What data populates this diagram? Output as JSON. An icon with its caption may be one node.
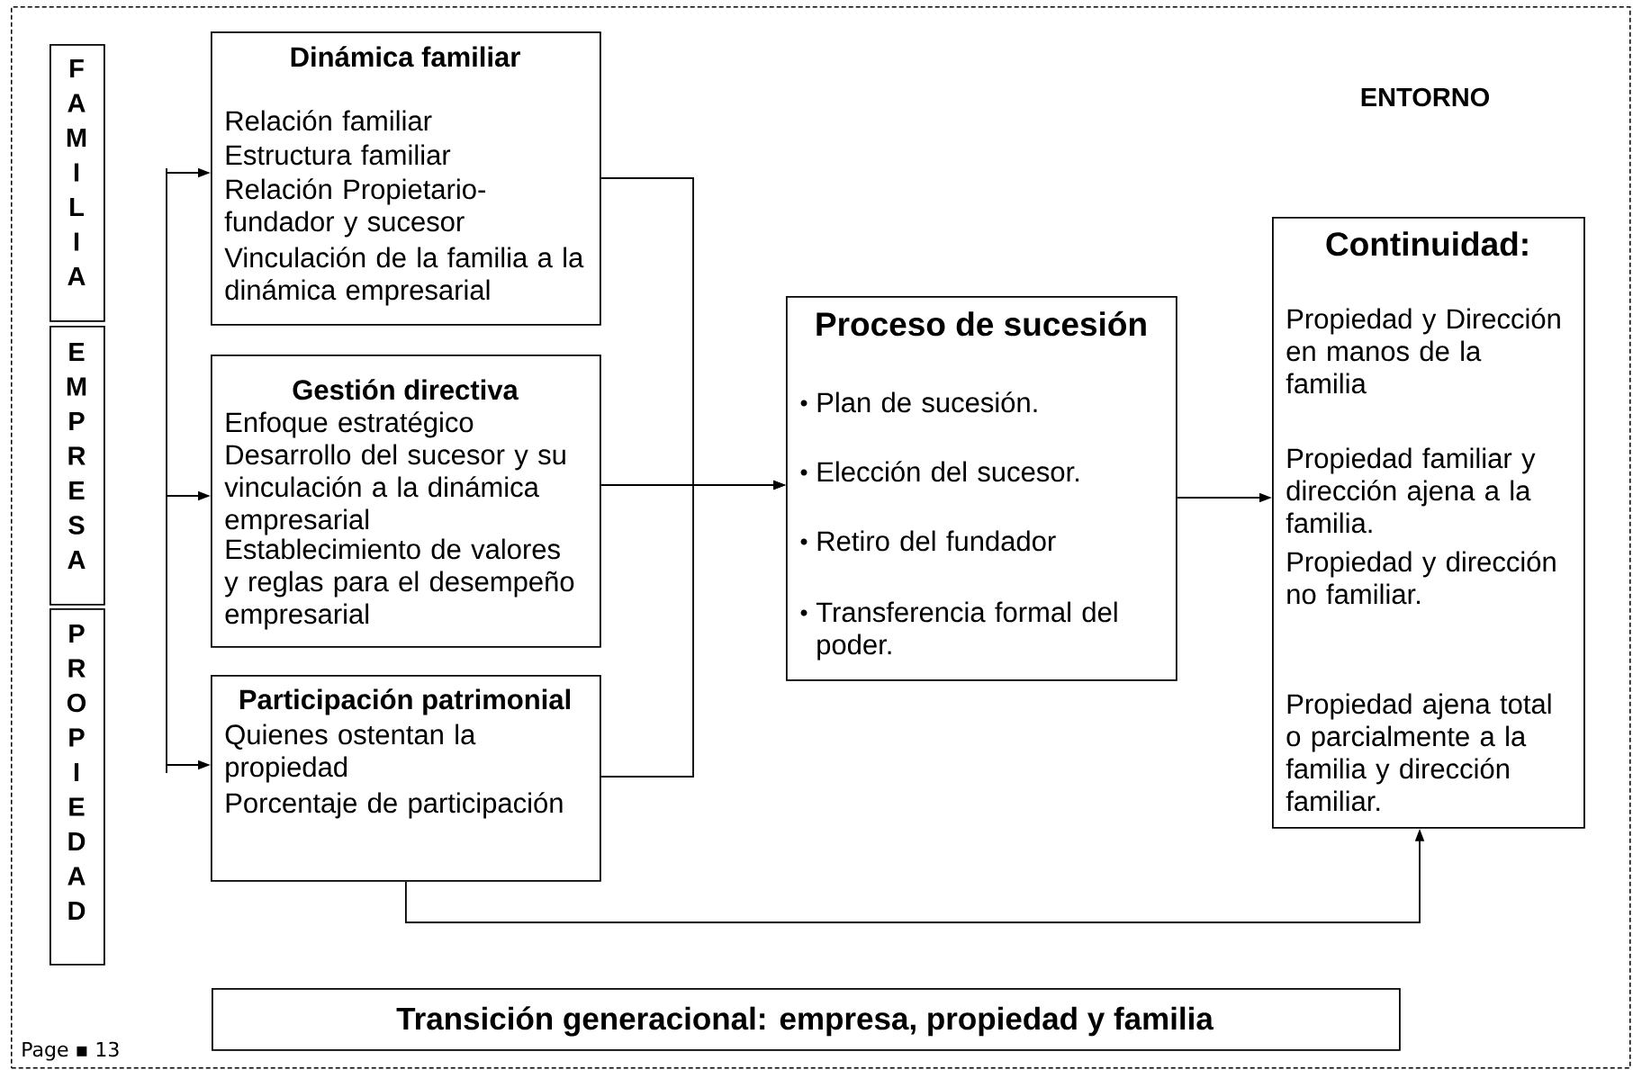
{
  "diagram": {
    "nodes": [
      {
        "text": [
          "ENTORNO"
        ]
      },
      {
        "text": [
          "FAMILIA"
        ],
        "in": 0
      },
      {
        "text": [
          "EMPRESA"
        ],
        "in": 0
      },
      {
        "text": [
          "PROPIEDAD"
        ],
        "in": 0
      },
      {
        "text": [
          "Dinámica familiar",
          "Relación familiar",
          "Estructura familiar",
          "Relación Propietario-fundador y sucesor",
          "Vinculación de la familia a la dinámica empresarial"
        ],
        "in": 0
      },
      {
        "text": [
          "Gestión directiva",
          "Enfoque estratégico",
          "Desarrollo del sucesor y su vinculación a la dinámica empresarial",
          "Establecimiento de valores y reglas para el desempeño empresarial"
        ],
        "in": 0
      },
      {
        "text": [
          "Participación patrimonial",
          "Quienes ostentan la propiedad",
          "Porcentaje de participación"
        ],
        "in": 0
      },
      {
        "text": [
          "Proceso de sucesión",
          "Plan de sucesión.",
          "Elección del sucesor.",
          "Retiro del fundador",
          "Transferencia formal del poder."
        ],
        "in": 0
      },
      {
        "text": [
          "Continuidad:",
          "Propiedad y Dirección en manos de la familia",
          "Propiedad familiar y dirección ajena a la familia.",
          "Propiedad y dirección no familiar.",
          "Propiedad ajena total o parcialmente a la familia y dirección familiar."
        ],
        "in": 0
      },
      {
        "text": [
          "Transición generacional: empresa, propiedad y familia"
        ],
        "in": 0
      }
    ],
    "edges": [
      {
        "from": null,
        "to": 4,
        "arrow": "to"
      },
      {
        "from": null,
        "to": 5,
        "arrow": "to"
      },
      {
        "from": null,
        "to": 6,
        "arrow": "to"
      },
      {
        "from": 4,
        "to": 7,
        "arrow": "to"
      },
      {
        "from": 5,
        "to": 7,
        "arrow": "to"
      },
      {
        "from": 6,
        "to": 7,
        "arrow": "to"
      },
      {
        "from": 7,
        "to": 8,
        "arrow": "to"
      },
      {
        "from": 6,
        "to": 8,
        "arrow": "to"
      }
    ],
    "labels": [
      "Page ▪ 13"
    ]
  }
}
